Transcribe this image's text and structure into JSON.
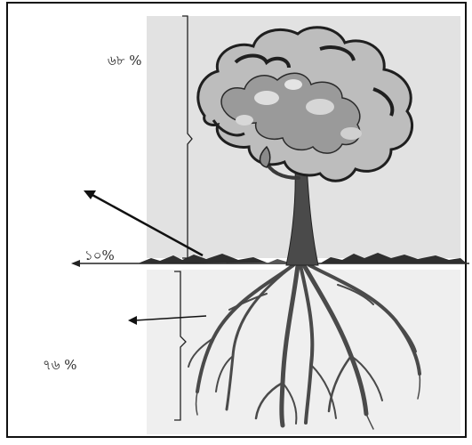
{
  "labels": {
    "above_ground_percent": "৬৮ %",
    "ground_level_percent": "১০%",
    "root_percent": "৭৬ %"
  },
  "colors": {
    "upper_panel": "#e2e2e2",
    "lower_panel": "#efefef",
    "trunk": "#4a4a4a",
    "canopy_dark": "#2b2b2b",
    "canopy_light": "#bdbdbd"
  },
  "icons": [
    "tree-illustration",
    "root-system",
    "arrow-left-icon",
    "brace-bracket"
  ]
}
